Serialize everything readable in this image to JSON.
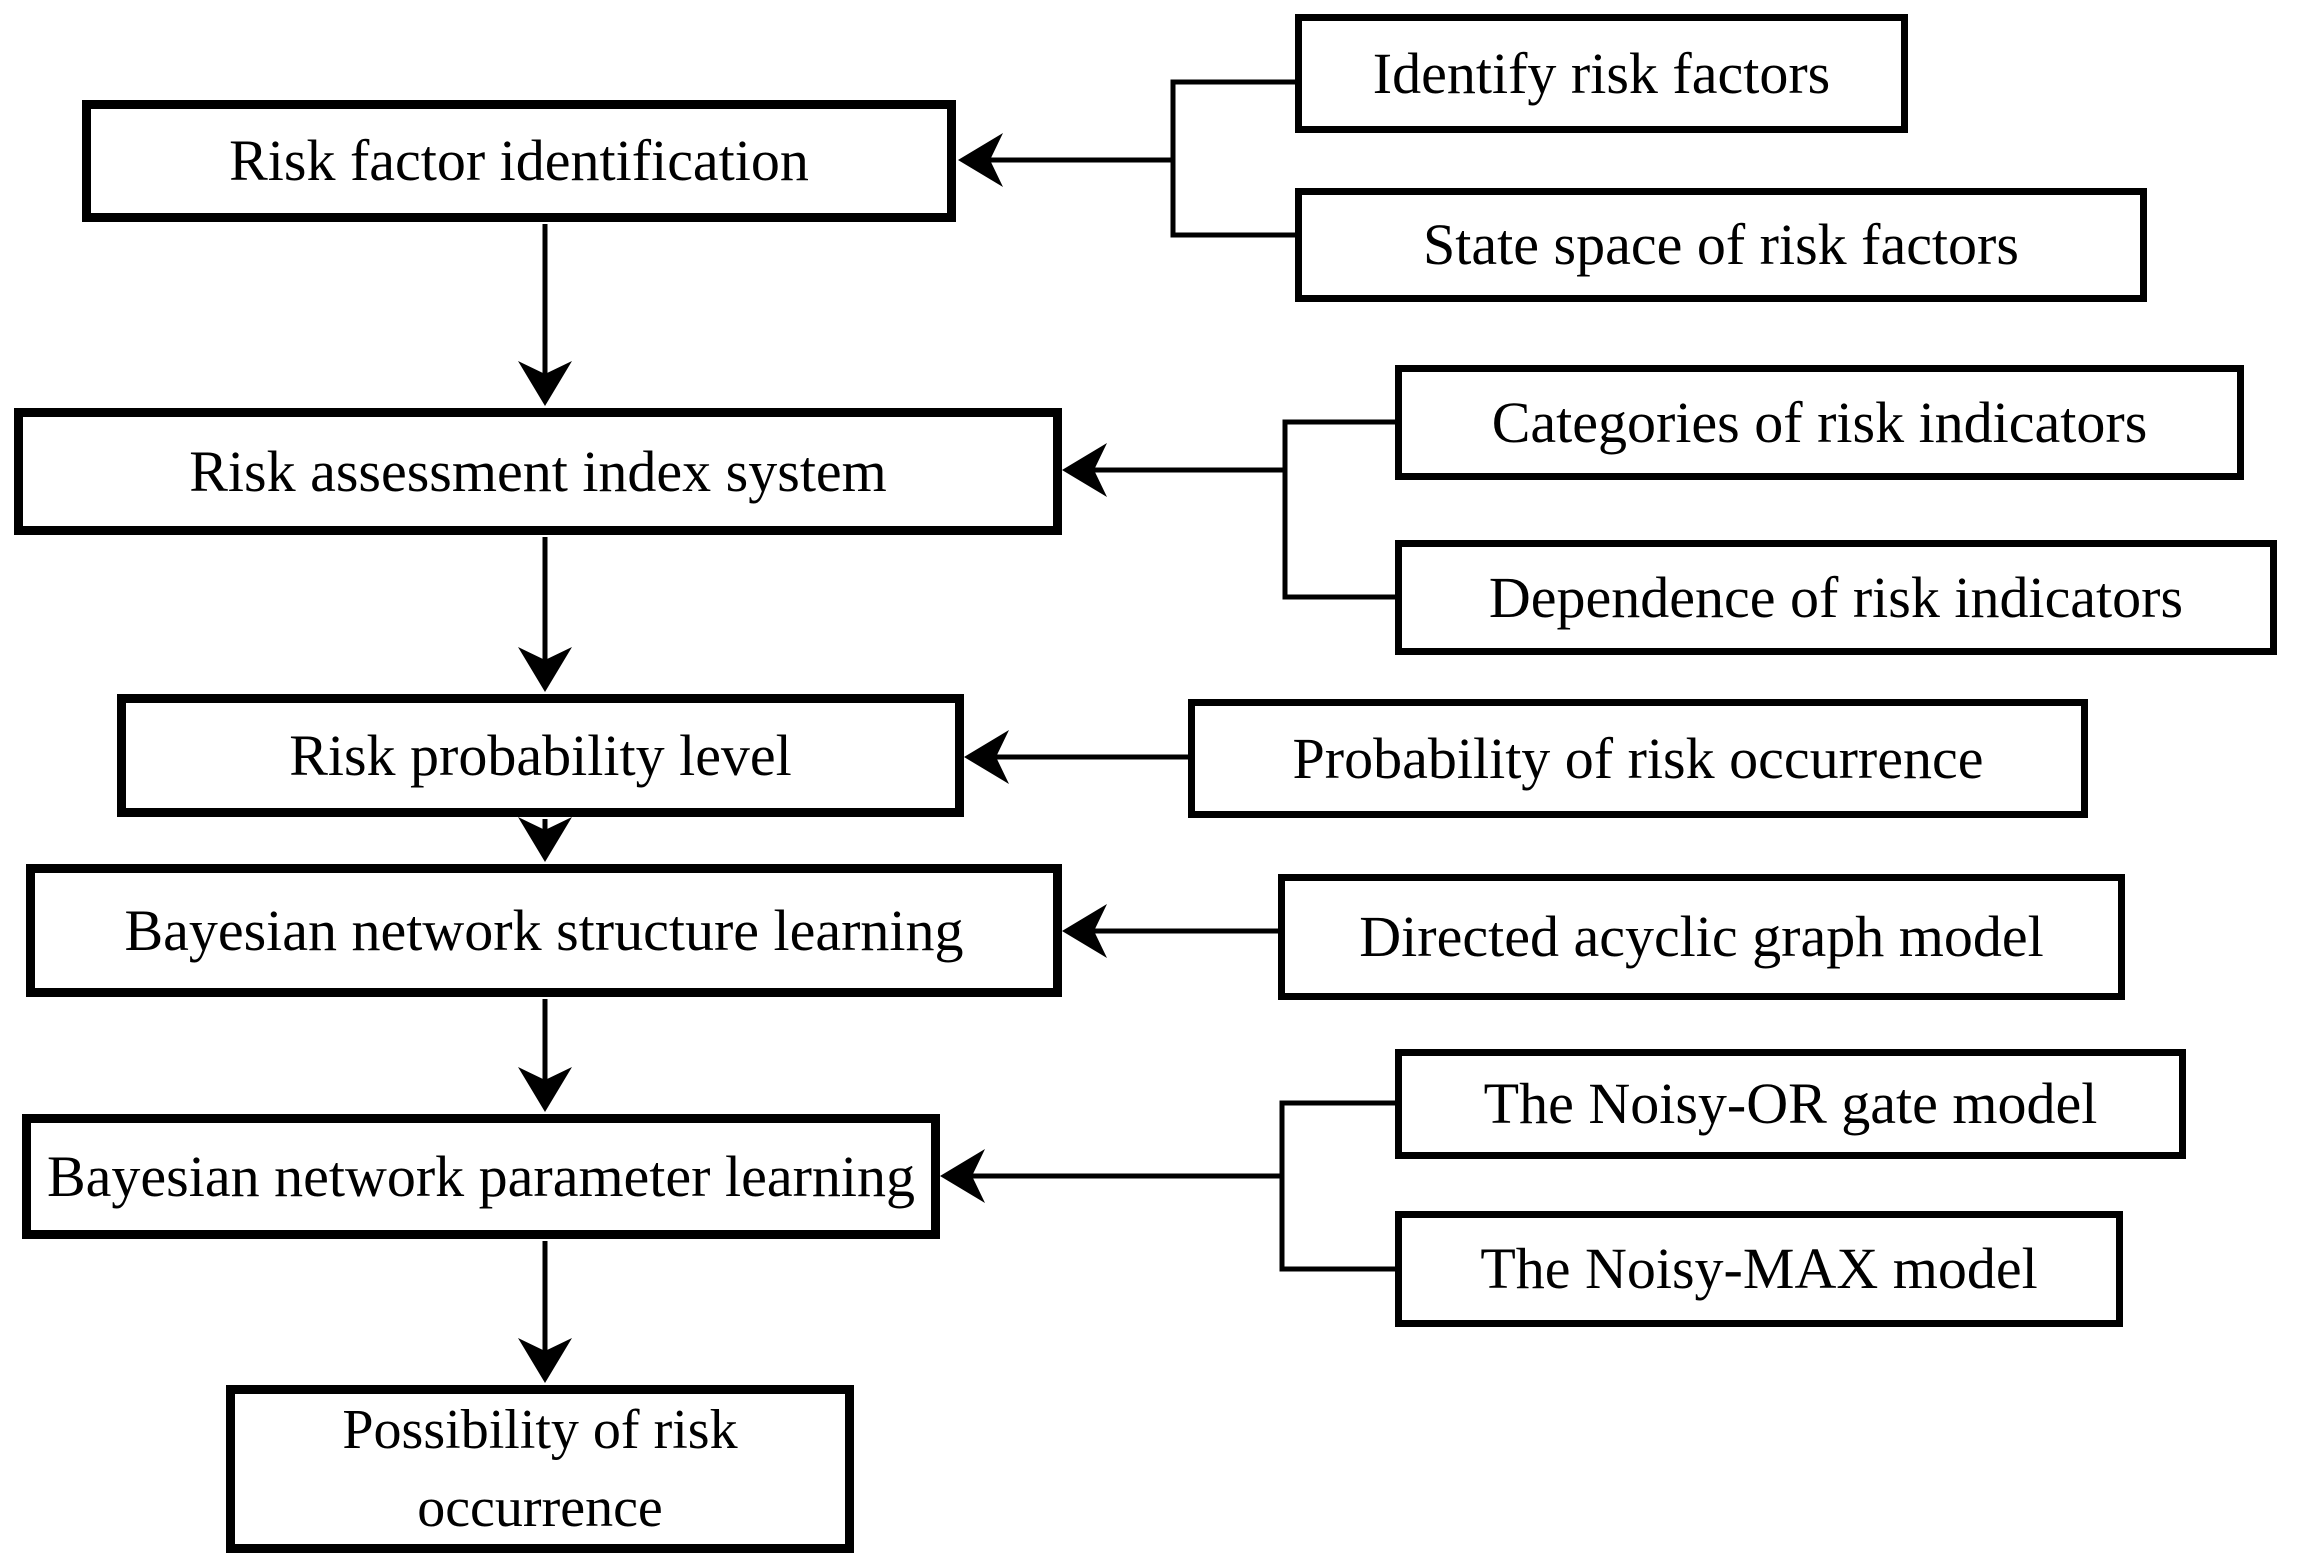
{
  "diagram": {
    "type": "flowchart",
    "background_color": "#ffffff",
    "line_color": "#000000",
    "text_color": "#000000",
    "main_flow": [
      {
        "label": "Risk factor identification"
      },
      {
        "label": "Risk assessment index system"
      },
      {
        "label": "Risk probability level"
      },
      {
        "label": "Bayesian network structure learning"
      },
      {
        "label": "Bayesian network parameter learning"
      },
      {
        "label": "Possibility of risk occurrence",
        "line1": "Possibility of risk",
        "line2": "occurrence"
      }
    ],
    "inputs": [
      {
        "label": "Identify risk factors",
        "feeds": "Risk factor identification"
      },
      {
        "label": "State space of risk factors",
        "feeds": "Risk factor identification"
      },
      {
        "label": "Categories of risk indicators",
        "feeds": "Risk assessment index system"
      },
      {
        "label": "Dependence of risk indicators",
        "feeds": "Risk assessment index system"
      },
      {
        "label": "Probability of risk occurrence",
        "feeds": "Risk probability level"
      },
      {
        "label": "Directed acyclic graph model",
        "feeds": "Bayesian network structure learning"
      },
      {
        "label": "The Noisy-OR gate model",
        "feeds": "Bayesian network parameter learning"
      },
      {
        "label": "The Noisy-MAX model",
        "feeds": "Bayesian network parameter learning"
      }
    ]
  }
}
